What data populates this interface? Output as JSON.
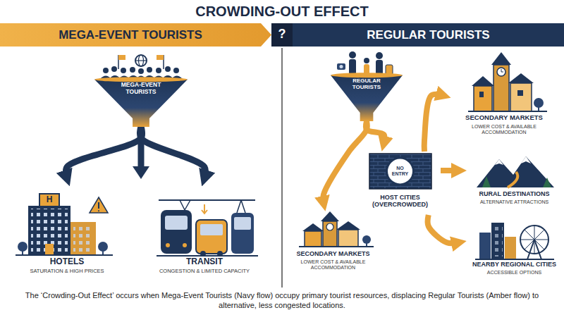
{
  "diagram": {
    "title": "CROWDING-OUT EFFECT",
    "caption": "The ‘Crowding-Out Effect’ occurs when Mega-Event Tourists (Navy flow) occupy primary tourist resources, displacing Regular Tourists (Amber flow) to alternative, less congested locations.",
    "nodes": [
      {
        "text": [
          "MEGA-EVENT TOURISTS"
        ]
      },
      {
        "text": [
          "?"
        ]
      },
      {
        "text": [
          "REGULAR TOURISTS"
        ]
      },
      {
        "text": [
          "MEGA-EVENT TOURISTS"
        ]
      },
      {
        "text": [
          "HOTELS",
          "SATURATION & HIGH PRICES"
        ]
      },
      {
        "text": [
          "TRANSIT",
          "CONGESTION & LIMITED CAPACITY"
        ]
      },
      {
        "text": [
          "REGULAR TOURISTS"
        ]
      },
      {
        "text": [
          "SECONDARY MARKETS",
          "LOWER COST & AVAILABLE ACCOMMODATION"
        ]
      },
      {
        "text": [
          "NO ENTRY",
          "HOST CITIES (OVERCROWDED)"
        ]
      },
      {
        "text": [
          "RURAL DESTINATIONS",
          "ALTERNATIVE ATTRACTIONS"
        ]
      },
      {
        "text": [
          "SECONDARY MARKETS",
          "LOWER COST & AVAILABLE ACCOMMODATION"
        ]
      },
      {
        "text": [
          "NEARBY REGIONAL CITIES",
          "ACCESSIBLE OPTIONS"
        ]
      }
    ],
    "edges": [
      {
        "from": 3,
        "to": 4,
        "arrow": "to"
      },
      {
        "from": 3,
        "to": 5,
        "arrow": "to"
      },
      {
        "from": 6,
        "to": 8,
        "arrow": "to"
      },
      {
        "from": 6,
        "to": 10,
        "arrow": "to"
      },
      {
        "from": 8,
        "to": 7,
        "arrow": "to"
      },
      {
        "from": 8,
        "to": 9,
        "arrow": "to"
      },
      {
        "from": 8,
        "to": 11,
        "arrow": "to"
      }
    ],
    "labels": [
      "H"
    ]
  }
}
